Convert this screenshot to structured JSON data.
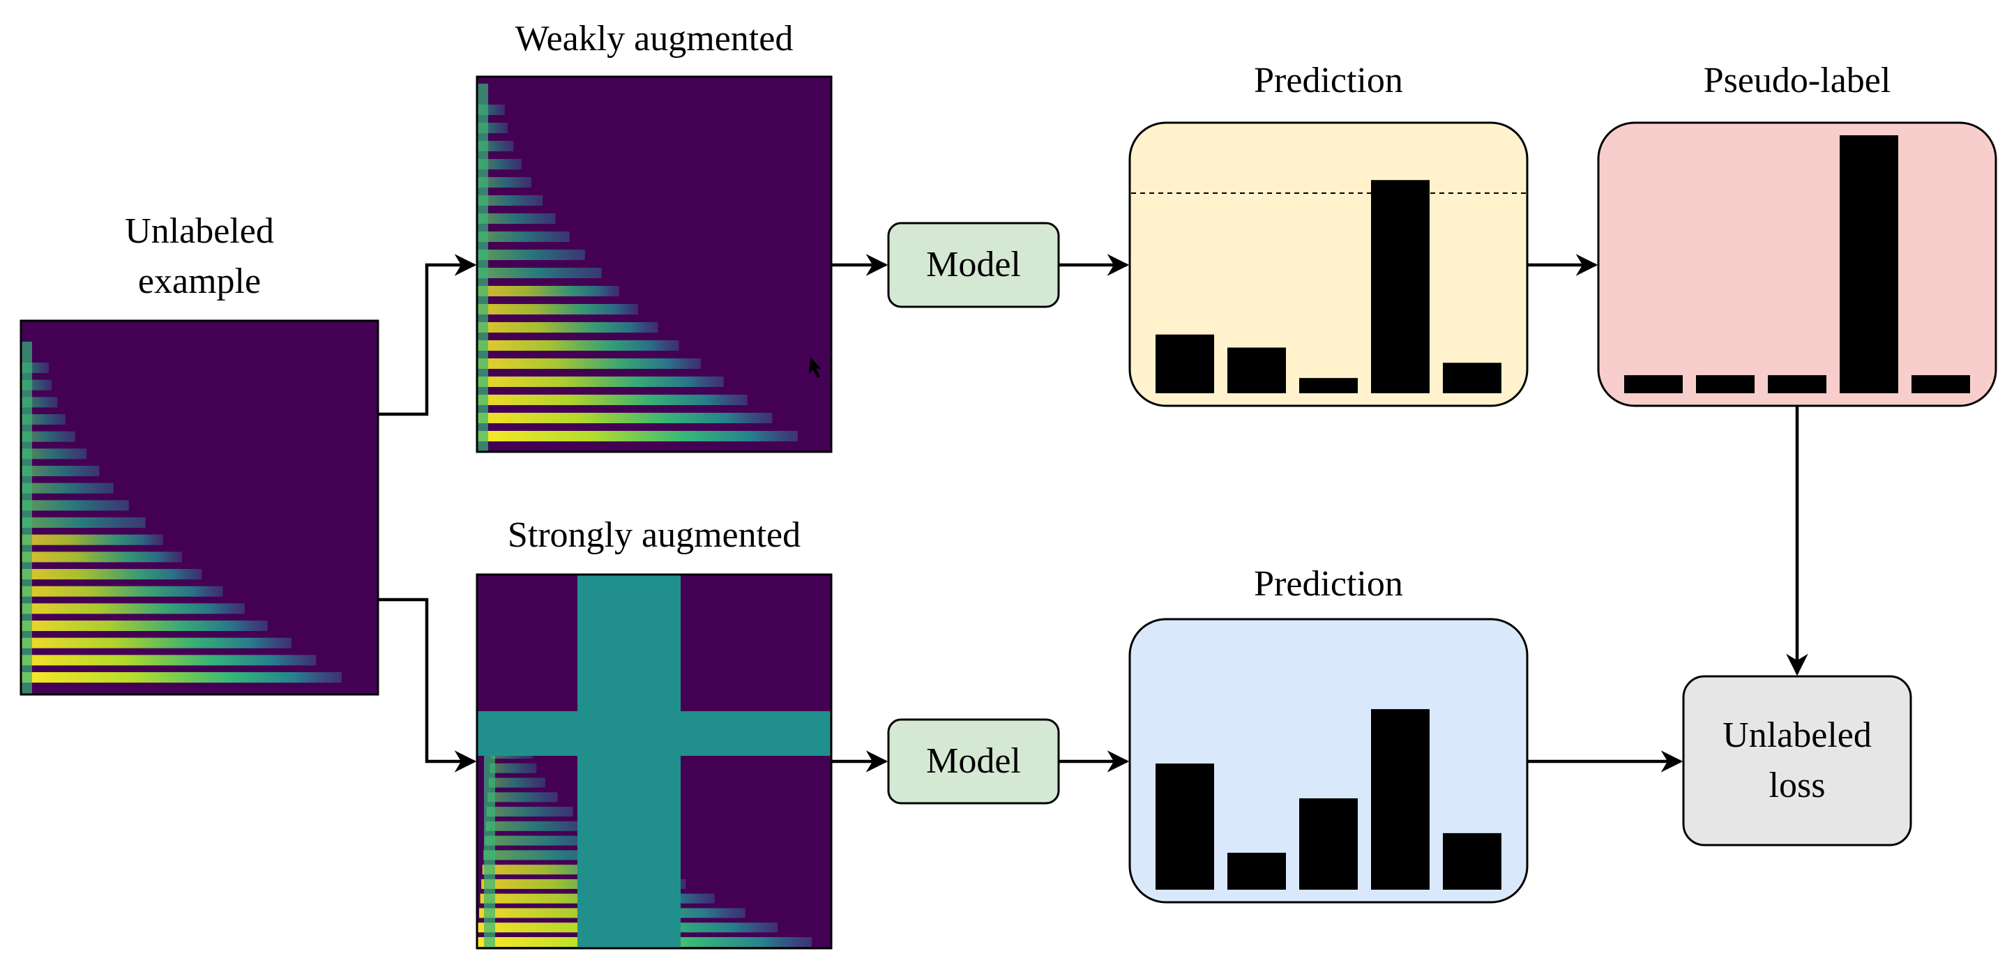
{
  "labels": {
    "unlabeled_example": [
      "Unlabeled",
      "example"
    ],
    "weakly_augmented": "Weakly augmented",
    "strongly_augmented": "Strongly augmented",
    "prediction_top": "Prediction",
    "pseudo_label": "Pseudo-label",
    "prediction_bottom": "Prediction",
    "model_top": "Model",
    "model_bottom": "Model",
    "loss": [
      "Unlabeled",
      "loss"
    ]
  },
  "colors": {
    "model_fill": "#d5e8d4",
    "prediction_top_fill": "#fff2cc",
    "pseudo_label_fill": "#f8cecc",
    "prediction_bottom_fill": "#dae8fc",
    "loss_fill": "#e6e6e6",
    "spectrogram_background": "#440154",
    "mask_color": "#21908d"
  },
  "bar_charts": {
    "prediction_top": {
      "values": [
        0.27,
        0.21,
        0.07,
        0.98,
        0.14
      ],
      "threshold": 0.92
    },
    "pseudo_label": {
      "values": [
        0.07,
        0.07,
        0.07,
        1.0,
        0.07
      ]
    },
    "prediction_bottom": {
      "values": [
        0.58,
        0.17,
        0.42,
        0.83,
        0.26
      ]
    }
  },
  "icons": {
    "spectrograms": "spectrogram-image",
    "cursor": "mouse-cursor-icon"
  }
}
